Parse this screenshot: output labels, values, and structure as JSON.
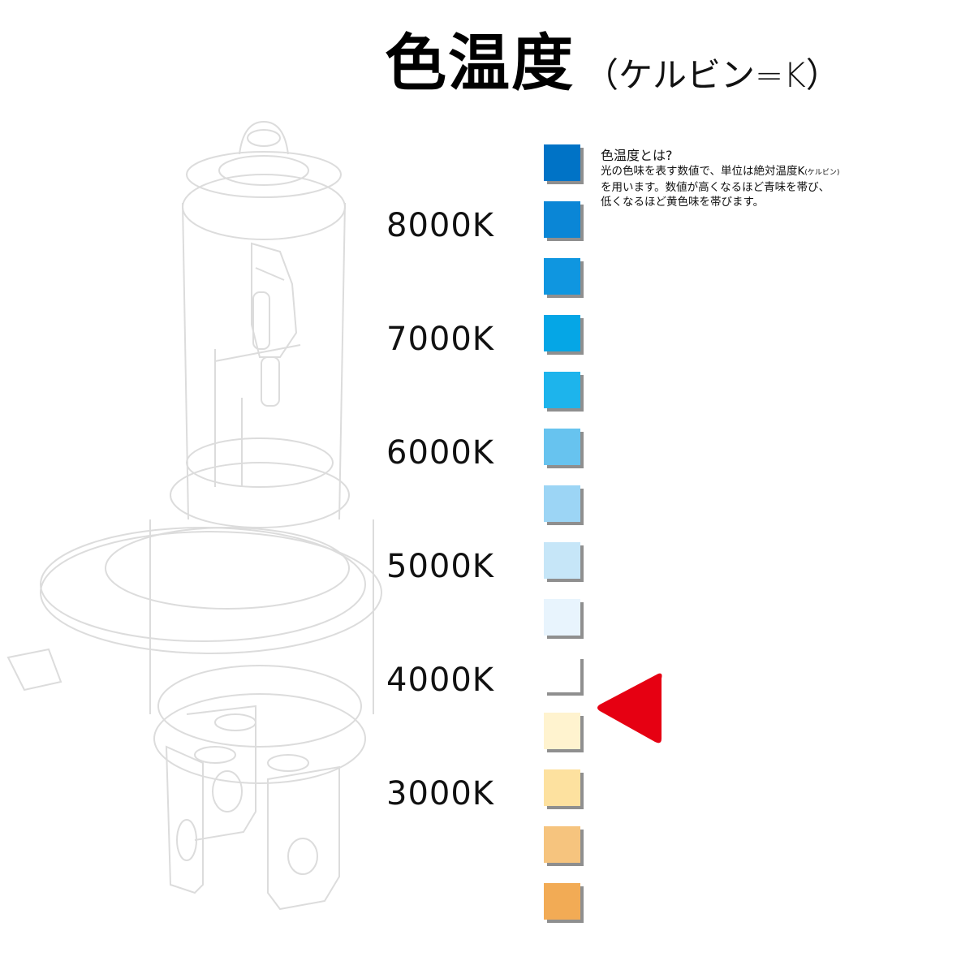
{
  "header": {
    "title": "色温度",
    "subtitle": "（ケルビン=K）"
  },
  "info": {
    "heading": "色温度とは?",
    "lines": [
      "光の色味を表す数値で、単位は絶対温度K",
      "を用います。数値が高くなるほど青味を帯び、",
      "低くなるほど黄色味を帯びます。"
    ],
    "line1_suffix": "(ケルビン)"
  },
  "scale": {
    "labels": [
      "8000K",
      "7000K",
      "6000K",
      "5000K",
      "4000K",
      "3000K"
    ],
    "swatch_colors": [
      "#0073c6",
      "#0a86d6",
      "#0f96e0",
      "#05a6e6",
      "#1db4ec",
      "#67c3ef",
      "#9cd5f5",
      "#c6e6f8",
      "#e8f4fd",
      "#ffffff",
      "#fff3cf",
      "#fde19f",
      "#f6c47e",
      "#f2ab55"
    ],
    "selected_label": "4000K",
    "pointer_color": "#e60012"
  },
  "chart_data": {
    "type": "table",
    "title": "色温度（ケルビン=K）",
    "categories": [
      "8000K",
      "7000K",
      "6000K",
      "5000K",
      "4000K",
      "3000K"
    ],
    "swatch_count": 14,
    "colors_top_to_bottom": [
      "#0073c6",
      "#0a86d6",
      "#0f96e0",
      "#05a6e6",
      "#1db4ec",
      "#67c3ef",
      "#9cd5f5",
      "#c6e6f8",
      "#e8f4fd",
      "#ffffff",
      "#fff3cf",
      "#fde19f",
      "#f6c47e",
      "#f2ab55"
    ],
    "highlighted": "4000K"
  }
}
